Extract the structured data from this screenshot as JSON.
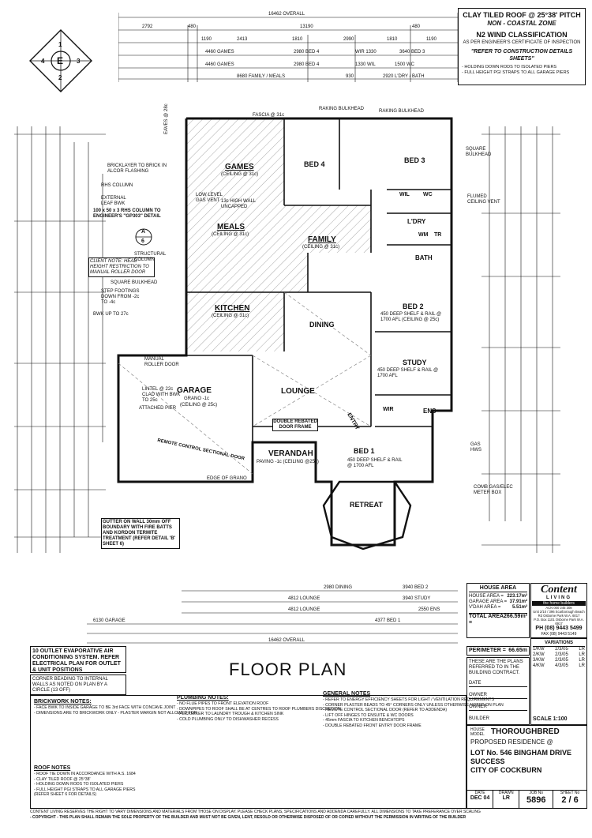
{
  "compass": {
    "n": "1",
    "w": "4",
    "center": "E",
    "e": "3",
    "s": "2"
  },
  "top_info": {
    "roof": "CLAY TILED ROOF @ 25°38' PITCH",
    "zone": "NON - COASTAL ZONE",
    "wind": "N2 WIND CLASSIFICATION",
    "wind_sub": "AS PER ENGINEER'S CERTIFICATE OF INSPECTION",
    "refer": "\"REFER TO CONSTRUCTION DETAILS SHEETS\"",
    "notes": [
      "- HOLDING DOWN RODS TO ISOLATED PIERS",
      "- FULL HEIGHT PGI STRAPS TO ALL GARAGE PIERS"
    ]
  },
  "top_dims": {
    "overall": "16462 OVERALL",
    "r1": [
      "2792",
      "480",
      "13190",
      "480"
    ],
    "r2": [
      "1190",
      "2413",
      "1810",
      "2990",
      "1810",
      "1190"
    ],
    "r3": [
      "4460 GAMES",
      "2980 BED 4",
      "WIR 1330",
      "3640 BED 3"
    ],
    "r4": [
      "4460 GAMES",
      "2980 BED 4",
      "1330 WIL",
      "1500 WC"
    ],
    "r5": [
      "8680 FAMILY / MEALS",
      "930",
      "2920 L'DRY / BATH"
    ]
  },
  "rooms": {
    "games": "GAMES",
    "games_c": "(CEILING @ 31c)",
    "bed4": "BED 4",
    "bed3": "BED 3",
    "meals": "MEALS",
    "meals_c": "(CEILING @ 31c)",
    "family": "FAMILY",
    "family_c": "(CEILING @ 31c)",
    "kitchen": "KITCHEN",
    "kitchen_c": "(CEILING @ 31c)",
    "dining": "DINING",
    "lounge": "LOUNGE",
    "garage": "GARAGE",
    "garage_c1": "GRANO -1c",
    "garage_c2": "(CEILING @ 25c)",
    "verandah": "VERANDAH",
    "verandah_c": "PAVING -1c (CEILING @25c)",
    "bed2": "BED 2",
    "bed2_c": "450 DEEP SHELF & RAIL @ 1700 AFL (CEILING @ 25c)",
    "study": "STUDY",
    "study_c": "450 DEEP SHELF & RAIL @ 1700 AFL",
    "bed1": "BED 1",
    "bed1_c": "450 DEEP SHELF & RAIL @ 1700 AFL",
    "retreat": "RETREAT",
    "entry": "ENTRY",
    "ldry": "L'DRY",
    "bath": "BATH",
    "ens": "ENS",
    "wir": "WIR",
    "wil": "WIL",
    "wc": "WC",
    "wm": "WM",
    "tr": "TR"
  },
  "plan_labels": {
    "raking1": "RAKING BULKHEAD",
    "raking2": "RAKING BULKHEAD",
    "square": "SQUARE BULKHEAD",
    "flumed": "FLUMED CEILING VENT",
    "brick_note": "BRICKLAYER TO BRICK IN ALCOR FLASHING",
    "rhs": "RHS COLUMN",
    "external": "EXTERNAL LEAF BWK",
    "rhs_spec": "100 x 50 x 3 RHS COLUMN TO ENGINEER'S \"GP303\" DETAIL",
    "client_note": "CLIENT NOTE: HEAD HEIGHT RESTRICTION TO MANUAL ROLLER DOOR",
    "structural": "STRUCTURAL COLUMN",
    "sq_bulk": "SQUARE BULKHEAD",
    "step": "STEP FOOTINGS DOWN FROM -2c TO -4c",
    "bwk": "BWK UP TO 27c",
    "manual": "MANUAL ROLLER DOOR",
    "lintel": "LINTEL @ 22c CLAD WITH BWK TO 25c",
    "attached": "ATTACHED PIER",
    "remote": "REMOTE CONTROL SECTIONAL DOOR",
    "edge": "EDGE OF GRANO",
    "double": "DOUBLE REBATED DOOR FRAME",
    "gutter": "GUTTER ON WALL 30mm OFF BOUNDARY WITH FIRE BATTS AND KORDON TERMITE TREATMENT (REFER DETAIL 'B' SHEET 6)",
    "comb": "COMB GAS/ELEC METER BOX",
    "gas": "GAS HWS",
    "low_level": "LOW LEVEL GAS VENT",
    "high_wall": "13c HIGH WALL UNCAPPED",
    "eaves": "EAVES @ 28c",
    "fascia": "FASCIA @ 31c",
    "section": "A",
    "section_no": "6"
  },
  "bottom_dims": {
    "overall": "16462 OVERALL",
    "garage": "6130 GARAGE",
    "lounge": "4812 LOUNGE",
    "bed2": "3940 BED 2",
    "study": "3940 STUDY",
    "ens": "2550 ENS",
    "bed1": "4377 BED 1",
    "dining": "2980 DINING"
  },
  "house_area": {
    "title": "HOUSE AREA",
    "rows": [
      {
        "label": "HOUSE AREA =",
        "value": "223.17m²"
      },
      {
        "label": "GARAGE AREA =",
        "value": "37.91m²"
      },
      {
        "label": "V'DAH AREA =",
        "value": "5.51m²"
      }
    ],
    "total_label": "TOTAL AREA =",
    "total": "266.59m²",
    "perimeter_label": "PERIMETER =",
    "perimeter": "66.65m"
  },
  "company": {
    "name": "Content",
    "living": "LIVING",
    "tag": "the home builders",
    "acn": "ACN 000 245 308",
    "addr": "Unit 2/10 / 396 Scarborough Beach Rd Osborne Park W.A. 6017",
    "po": "P.O. Box 1101 Osborne Park W.A. 6917",
    "ph": "PH (08) 9443 5499",
    "fax": "FAX (08) 9443 5149"
  },
  "variations": {
    "title": "VARIATIONS",
    "rows": [
      [
        "1/KW",
        "2/3/05",
        "LR"
      ],
      [
        "2/KW",
        "2/3/05",
        "LR"
      ],
      [
        "3/KW",
        "2/3/05",
        "LR"
      ],
      [
        "4/KW",
        "4/3/05",
        "LR"
      ]
    ]
  },
  "contract_note": "THESE ARE THE PLANS REFERRED TO IN THE BUILDING CONTRACT.",
  "signatures": [
    "DATE",
    "OWNER",
    "OWNER",
    "BUILDER"
  ],
  "scale": "SCALE 1:100",
  "house_model_label": "HOUSE MODEL",
  "house_model": "THOROUGHBRED",
  "proposed": "PROPOSED RESIDENCE @",
  "lot": "LOT No. 546 BINGHAM DRIVE",
  "suburb": "SUCCESS",
  "city": "CITY OF COCKBURN",
  "title_block": {
    "date_l": "DATE",
    "date": "DEC 04",
    "drawn_l": "DRAWN",
    "drawn": "LR",
    "job_l": "JOB No",
    "job": "5896",
    "sheet_l": "SHEET No",
    "sheet": "2",
    "of": "6"
  },
  "evap_note": "10 OUTLET EVAPORATIVE AIR CONDITIONING SYSTEM. REFER ELECTRICAL PLAN FOR OUTLET & UNIT POSITIONS",
  "corner_note": "CORNER BEADING TO INTERNAL WALLS AS NOTED ON PLAN BY A CIRCLE (13 OFF)",
  "floor_plan_title": "FLOOR PLAN",
  "brickwork": {
    "title": "BRICKWORK NOTES:",
    "items": [
      "- FACE BWK TO INSIDE GARAGE TO BE 3rd FACE WITH CONCAVE JOINT",
      "- DIMENSIONS ARE TO BRICKWORK ONLY - PLASTER MARGIN NOT ALLOWED FOR"
    ]
  },
  "roof": {
    "title": "ROOF NOTES",
    "items": [
      "- ROOF TIE DOWN IN ACCORDANCE WITH A.S. 1684",
      "- CLAY TILED ROOF @ 25°38'",
      "- HOLDING DOWN RODS TO ISOLATED PIERS",
      "- FULL HEIGHT PGI STRAPS TO ALL GARAGE PIERS",
      "(REFER SHEET 6 FOR DETAILS)"
    ]
  },
  "plumbing": {
    "title": "PLUMBING NOTES:",
    "items": [
      "- NO FLUE PIPES TO FRONT ELEVATION ROOF",
      "- DOWNPIPES TO ROOF SHALL BE AT CENTRES TO ROOF PLUMBERS DISCRETION",
      "- FLICKMIXER TO LAUNDRY TROUGH & KITCHEN SINK",
      "- COLD PLUMBING ONLY TO DISHWASHER RECESS"
    ]
  },
  "general": {
    "title": "GENERAL NOTES",
    "items": [
      "- REFER TO ENERGY EFFICIENCY SHEETS FOR LIGHT / VENTILATION REQUIREMENTS",
      "- CORNER PLASTER BEADS TO 45° CORNERS ONLY UNLESS OTHERWISE NOTED ON PLAN",
      "- REMOTE CONTROL SECTIONAL DOOR (REFER TO ADDENDA)",
      "- LIFT OFF HINGES TO ENSUITE & WC DOORS",
      "- 45mm FASCIA TO KITCHEN BENCHTOPS",
      "- DOUBLE REBATED FRONT ENTRY DOOR FRAME"
    ]
  },
  "disclaimer": "CONTENT LIVING RESERVES THE RIGHT TO VARY DIMENSIONS AND MATERIALS FROM THOSE ON DISPLAY. PLEASE CHECK PLANS, SPECIFICATIONS AND ADDENDA CAREFULLY. ALL DIMENSIONS TO TAKE PREFERANCE OVER SCALING",
  "copyright": "- COPYRIGHT - THIS PLAN SHALL REMAIN THE SOLE PROPERTY OF THE BUILDER AND MUST NOT BE GIVEN, LENT, RESOLD OR OTHERWISE DISPOSED OF OR COPIED WITHOUT THE PERMISSION IN WRITING OF THE BUILDER"
}
